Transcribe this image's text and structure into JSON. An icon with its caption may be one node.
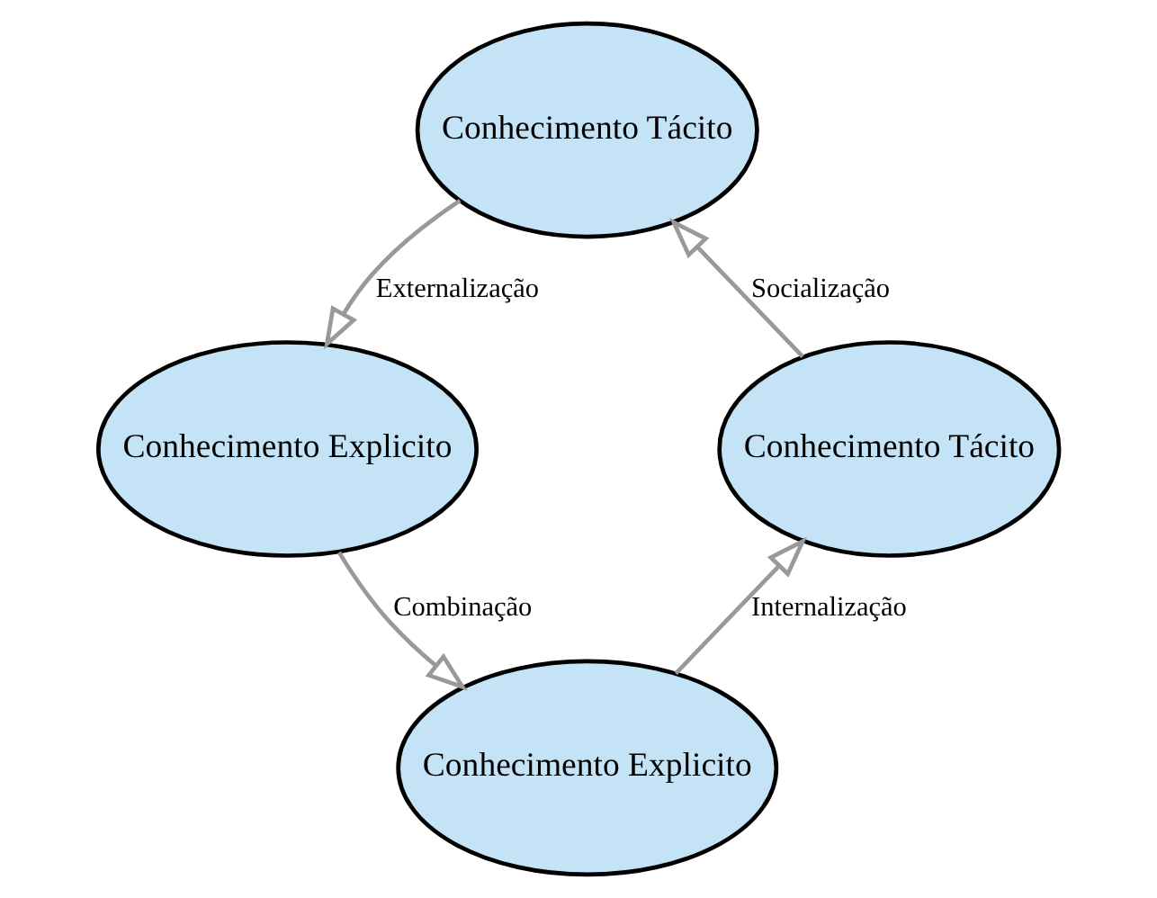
{
  "diagram": {
    "nodes": [
      {
        "text": [
          "Conhecimento Tácito"
        ]
      },
      {
        "text": [
          "Conhecimento Tácito"
        ]
      },
      {
        "text": [
          "Conhecimento Explicito"
        ]
      },
      {
        "text": [
          "Conhecimento Explicito"
        ]
      }
    ],
    "edges": [
      {
        "from": 1,
        "to": 0,
        "arrow": "to",
        "label": "Socialização"
      },
      {
        "from": 0,
        "to": 2,
        "arrow": "to",
        "label": "Externalização"
      },
      {
        "from": 2,
        "to": 3,
        "arrow": "to",
        "label": "Combinação"
      },
      {
        "from": 3,
        "to": 1,
        "arrow": "to",
        "label": "Internalização"
      }
    ]
  }
}
